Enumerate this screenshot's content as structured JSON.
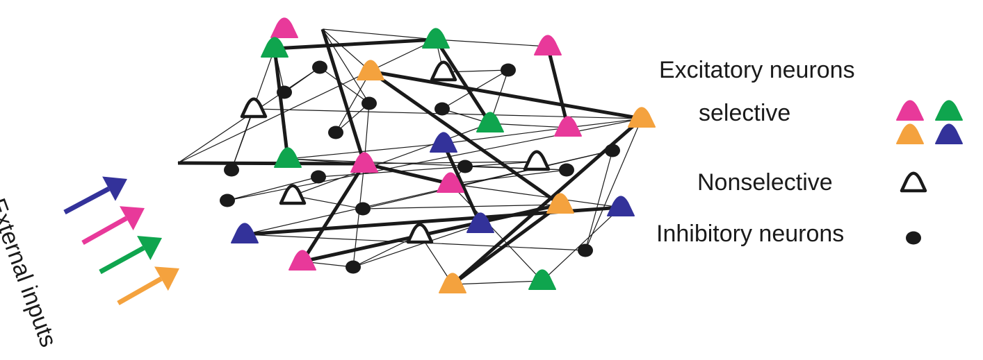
{
  "colors": {
    "pink": "#e8399a",
    "green": "#0fa54e",
    "orange": "#f4a23e",
    "blue": "#33329a",
    "ink": "#1a1a1a"
  },
  "legend": {
    "excitatory": "Excitatory neurons",
    "selective": "selective",
    "nonselective": "Nonselective",
    "inhibitory": "Inhibitory neurons"
  },
  "external_inputs": {
    "label": "External inputs",
    "arrow_colors": [
      "blue",
      "pink",
      "green",
      "orange"
    ]
  },
  "nodes": [
    {
      "id": "P1",
      "kind": "excitatory",
      "color": "pink"
    },
    {
      "id": "G1",
      "kind": "excitatory",
      "color": "green"
    },
    {
      "id": "G2",
      "kind": "excitatory",
      "color": "green"
    },
    {
      "id": "P2",
      "kind": "excitatory",
      "color": "pink"
    },
    {
      "id": "O1",
      "kind": "excitatory",
      "color": "orange"
    },
    {
      "id": "G3",
      "kind": "excitatory",
      "color": "green"
    },
    {
      "id": "P3",
      "kind": "excitatory",
      "color": "pink"
    },
    {
      "id": "O2",
      "kind": "excitatory",
      "color": "orange"
    },
    {
      "id": "G4",
      "kind": "excitatory",
      "color": "green"
    },
    {
      "id": "O3",
      "kind": "excitatory",
      "color": "orange"
    },
    {
      "id": "B1",
      "kind": "excitatory",
      "color": "blue"
    },
    {
      "id": "P4",
      "kind": "excitatory",
      "color": "pink"
    },
    {
      "id": "P5",
      "kind": "excitatory",
      "color": "pink"
    },
    {
      "id": "O4",
      "kind": "excitatory",
      "color": "orange"
    },
    {
      "id": "B2",
      "kind": "excitatory",
      "color": "blue"
    },
    {
      "id": "B3",
      "kind": "excitatory",
      "color": "blue"
    },
    {
      "id": "B4",
      "kind": "excitatory",
      "color": "blue"
    },
    {
      "id": "P6",
      "kind": "excitatory",
      "color": "pink"
    },
    {
      "id": "O5",
      "kind": "excitatory",
      "color": "orange"
    },
    {
      "id": "G5",
      "kind": "excitatory",
      "color": "green"
    },
    {
      "id": "N1",
      "kind": "nonselective"
    },
    {
      "id": "N2",
      "kind": "nonselective"
    },
    {
      "id": "N3",
      "kind": "nonselective"
    },
    {
      "id": "N4",
      "kind": "nonselective"
    },
    {
      "id": "N5",
      "kind": "nonselective"
    },
    {
      "id": "I1",
      "kind": "inhibitory"
    },
    {
      "id": "I2",
      "kind": "inhibitory"
    },
    {
      "id": "I3",
      "kind": "inhibitory"
    },
    {
      "id": "I4",
      "kind": "inhibitory"
    },
    {
      "id": "I5",
      "kind": "inhibitory"
    },
    {
      "id": "I6",
      "kind": "inhibitory"
    },
    {
      "id": "I7",
      "kind": "inhibitory"
    },
    {
      "id": "I8",
      "kind": "inhibitory"
    },
    {
      "id": "I9",
      "kind": "inhibitory"
    },
    {
      "id": "I10",
      "kind": "inhibitory"
    },
    {
      "id": "I11",
      "kind": "inhibitory"
    },
    {
      "id": "I12",
      "kind": "inhibitory"
    },
    {
      "id": "I13",
      "kind": "inhibitory"
    },
    {
      "id": "I14",
      "kind": "inhibitory"
    },
    {
      "id": "I15",
      "kind": "inhibitory"
    }
  ],
  "strong_edges": [
    [
      "G1",
      "G2"
    ],
    [
      "G1",
      "G4"
    ],
    [
      "J1",
      "P4"
    ],
    [
      "G2",
      "G3"
    ],
    [
      "P2",
      "P3"
    ],
    [
      "O1",
      "O2"
    ],
    [
      "O1",
      "O4"
    ],
    [
      "P4",
      "P5"
    ],
    [
      "B1",
      "B2"
    ],
    [
      "P4",
      "P6"
    ],
    [
      "P6",
      "O4"
    ],
    [
      "O4",
      "O5"
    ],
    [
      "O3",
      "O5"
    ],
    [
      "B4",
      "B3"
    ]
  ],
  "weak_edges": [
    [
      "J1",
      "G2"
    ],
    [
      "J1",
      "I1"
    ],
    [
      "G1",
      "I2"
    ],
    [
      "G1",
      "I8"
    ],
    [
      "I1",
      "I2"
    ],
    [
      "I1",
      "I5"
    ],
    [
      "G2",
      "N2"
    ],
    [
      "G2",
      "P2"
    ],
    [
      "N2",
      "I3"
    ],
    [
      "I3",
      "I4"
    ],
    [
      "I3",
      "G3"
    ],
    [
      "O1",
      "I6"
    ],
    [
      "I6",
      "I5"
    ],
    [
      "N1",
      "I8"
    ],
    [
      "N1",
      "O2"
    ],
    [
      "O2",
      "I9"
    ],
    [
      "I9",
      "I10"
    ],
    [
      "I10",
      "N3"
    ],
    [
      "I4",
      "G3"
    ],
    [
      "G3",
      "P3"
    ],
    [
      "P3",
      "O3"
    ],
    [
      "G3",
      "N4"
    ],
    [
      "N4",
      "I13"
    ],
    [
      "I13",
      "O4"
    ],
    [
      "I11",
      "I12"
    ],
    [
      "I12",
      "P5"
    ],
    [
      "P4",
      "N3"
    ],
    [
      "P4",
      "I15"
    ],
    [
      "P5",
      "B3"
    ],
    [
      "B3",
      "G5"
    ],
    [
      "B3",
      "B4"
    ],
    [
      "I7",
      "I13"
    ],
    [
      "I7",
      "B4"
    ],
    [
      "O3",
      "I14"
    ],
    [
      "I14",
      "B4"
    ],
    [
      "B2",
      "I15"
    ],
    [
      "P6",
      "I15"
    ],
    [
      "I15",
      "N5"
    ],
    [
      "G4",
      "I12"
    ],
    [
      "G4",
      "B1"
    ],
    [
      "P5",
      "G5"
    ],
    [
      "O5",
      "G5"
    ],
    [
      "I5",
      "P4"
    ],
    [
      "I14",
      "I7"
    ],
    [
      "P5",
      "I11"
    ],
    [
      "B1",
      "P3"
    ],
    [
      "N5",
      "O5"
    ],
    [
      "G4",
      "P4"
    ]
  ]
}
